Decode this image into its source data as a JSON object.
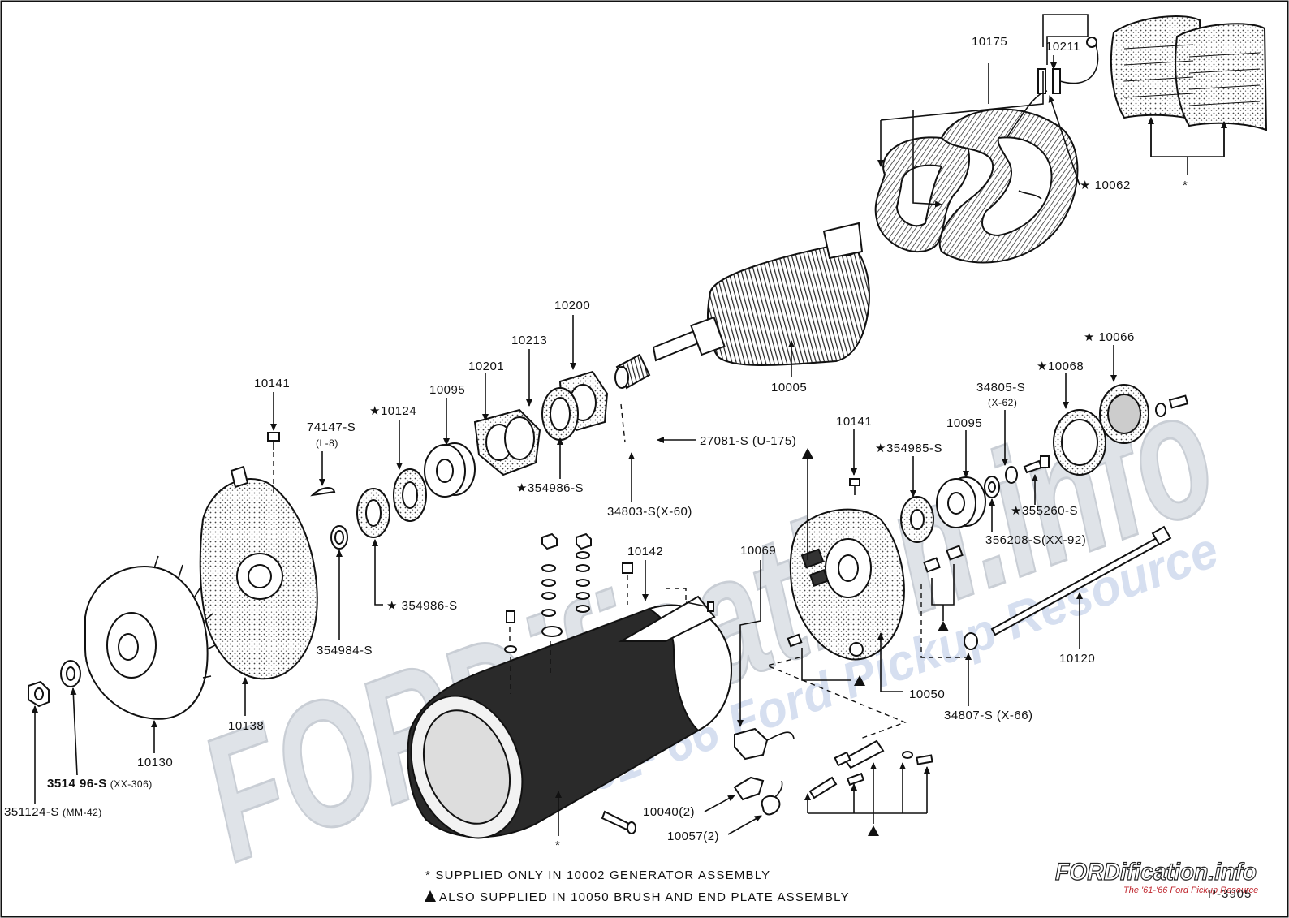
{
  "labels": {
    "p10175": "10175",
    "p10211": "10211",
    "p10062": "★ 10062",
    "star_field": "*",
    "p10005": "10005",
    "p10200": "10200",
    "p10213": "10213",
    "p10201": "10201",
    "p10095_left": "10095",
    "p10124": "★10124",
    "p74147": "74147-S",
    "p74147_sub": "(L-8)",
    "p10141_left": "10141",
    "p27081": "27081-S (U-175)",
    "p354986_upper": "★354986-S",
    "p34803": "34803-S(X-60)",
    "p354986_lower": "★ 354986-S",
    "p354984": "354984-S",
    "p10138": "10138",
    "p10130": "10130",
    "p351496": "3514 96-S",
    "p351496_sub": "(XX-306)",
    "p351124": "351124-S",
    "p351124_sub": "(MM-42)",
    "p10142": "10142",
    "p10066": "★ 10066",
    "p10068": "★10068",
    "p34805": "34805-S",
    "p34805_sub": "(X-62)",
    "p10095_right": "10095",
    "p354985": "★354985-S",
    "p10141_right": "10141",
    "p355260": "★355260-S",
    "p356208": "356208-S(XX-92)",
    "p10069": "10069",
    "p10120": "10120",
    "p10050": "10050",
    "p34807": "34807-S (X-66)",
    "p10040": "10040(2)",
    "p10057": "10057(2)",
    "star_housing": "*"
  },
  "notes": {
    "star_note": "* SUPPLIED ONLY IN 10002 GENERATOR ASSEMBLY",
    "triangle_note": "ALSO SUPPLIED IN 10050 BRUSH AND END PLATE ASSEMBLY"
  },
  "watermark": {
    "main": "FORDification.info",
    "sub": "The '61-'66 Ford Pickup Resource"
  },
  "logo": {
    "main": "FORDification.info",
    "sub": "The '61-'66 Ford Pickup Resource"
  },
  "drawing_code": "P-3905",
  "colors": {
    "ink": "#111111",
    "watermark": "#dfe3e8",
    "watermark_sub": "#d6dff0",
    "logo_red": "#c0262d"
  }
}
